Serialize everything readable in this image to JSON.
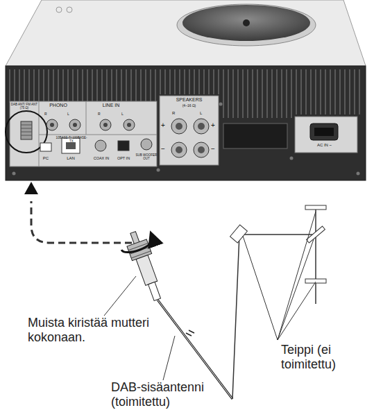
{
  "diagram": {
    "labels": [
      "DAB ANT/ FM ANT (75 Ω)",
      "PHONO",
      "R",
      "L",
      "LINE IN",
      "R",
      "L",
      "SPEAKERS",
      "(4–16 Ω)",
      "R",
      "L",
      "+",
      "+",
      "−",
      "−",
      "PC",
      "10BASE-T/ 100BASE-TX",
      "LAN",
      "COAX IN",
      "OPT IN",
      "SUB WOOFER OUT",
      "AC IN ~",
      "Muista kiristää mutteri kokonaan.",
      "Teippi (ei toimitettu)",
      "DAB-sisäantenni (toimitettu)"
    ]
  }
}
